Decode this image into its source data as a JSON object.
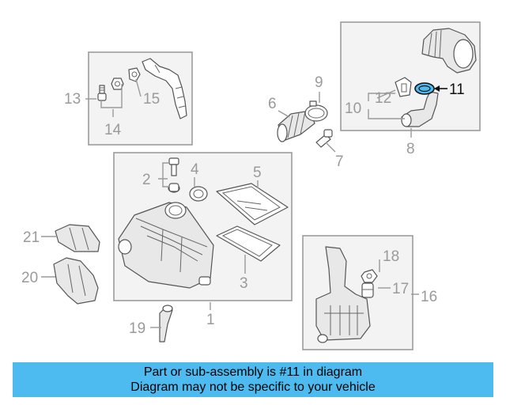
{
  "highlight_color": "#4dbbf0",
  "highlighted_callout": "11",
  "callouts": {
    "c1": "1",
    "c2": "2",
    "c3": "3",
    "c4": "4",
    "c5": "5",
    "c6": "6",
    "c7": "7",
    "c8": "8",
    "c9": "9",
    "c10": "10",
    "c11": "11",
    "c12": "12",
    "c13": "13",
    "c14": "14",
    "c15": "15",
    "c16": "16",
    "c17": "17",
    "c18": "18",
    "c19": "19",
    "c20": "20",
    "c21": "21"
  },
  "banner": {
    "line1": "Part or sub-assembly is #11 in diagram",
    "line2": "Diagram may not be specific to your vehicle"
  }
}
